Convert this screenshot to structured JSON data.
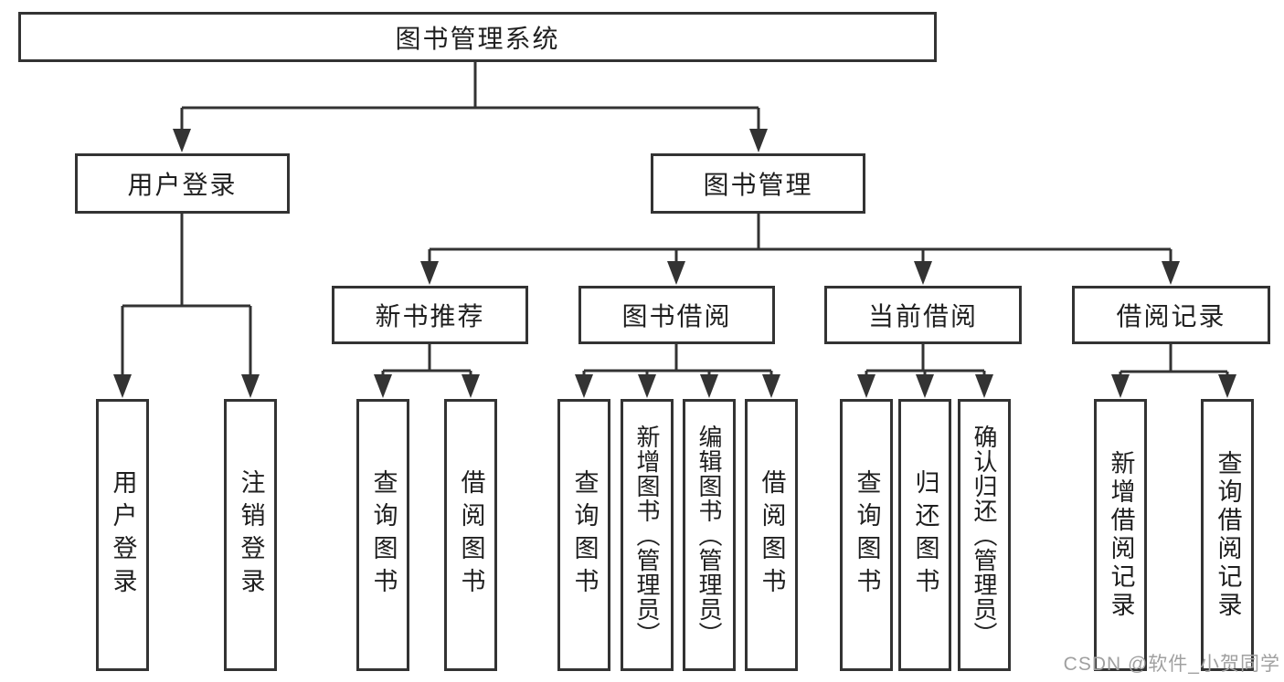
{
  "diagram": {
    "title": "图书管理系统",
    "level2": {
      "user_login": "用户登录",
      "book_management": "图书管理"
    },
    "level3": {
      "new_book_recommend": "新书推荐",
      "book_borrowing": "图书借阅",
      "current_borrowing": "当前借阅",
      "borrowing_records": "借阅记录"
    },
    "leaves": {
      "login": "用户登录",
      "logout": "注销登录",
      "nb_query_books": "查询图书",
      "nb_borrow_books": "借阅图书",
      "bb_query_books": "查询图书",
      "bb_add_books_admin": "新增图书（管理员）",
      "bb_edit_books_admin": "编辑图书（管理员）",
      "bb_borrow_books": "借阅图书",
      "cb_query_books": "查询图书",
      "cb_return_books": "归还图书",
      "cb_confirm_return_admin": "确认归还（管理员）",
      "br_add_record": "新增借阅记录",
      "br_query_record": "查询借阅记录"
    },
    "watermark": "CSDN @软件_小贺同学",
    "colors": {
      "line": "#333333",
      "text": "#1f1f1f",
      "watermark": "#a0a0a0",
      "background": "#ffffff"
    }
  }
}
